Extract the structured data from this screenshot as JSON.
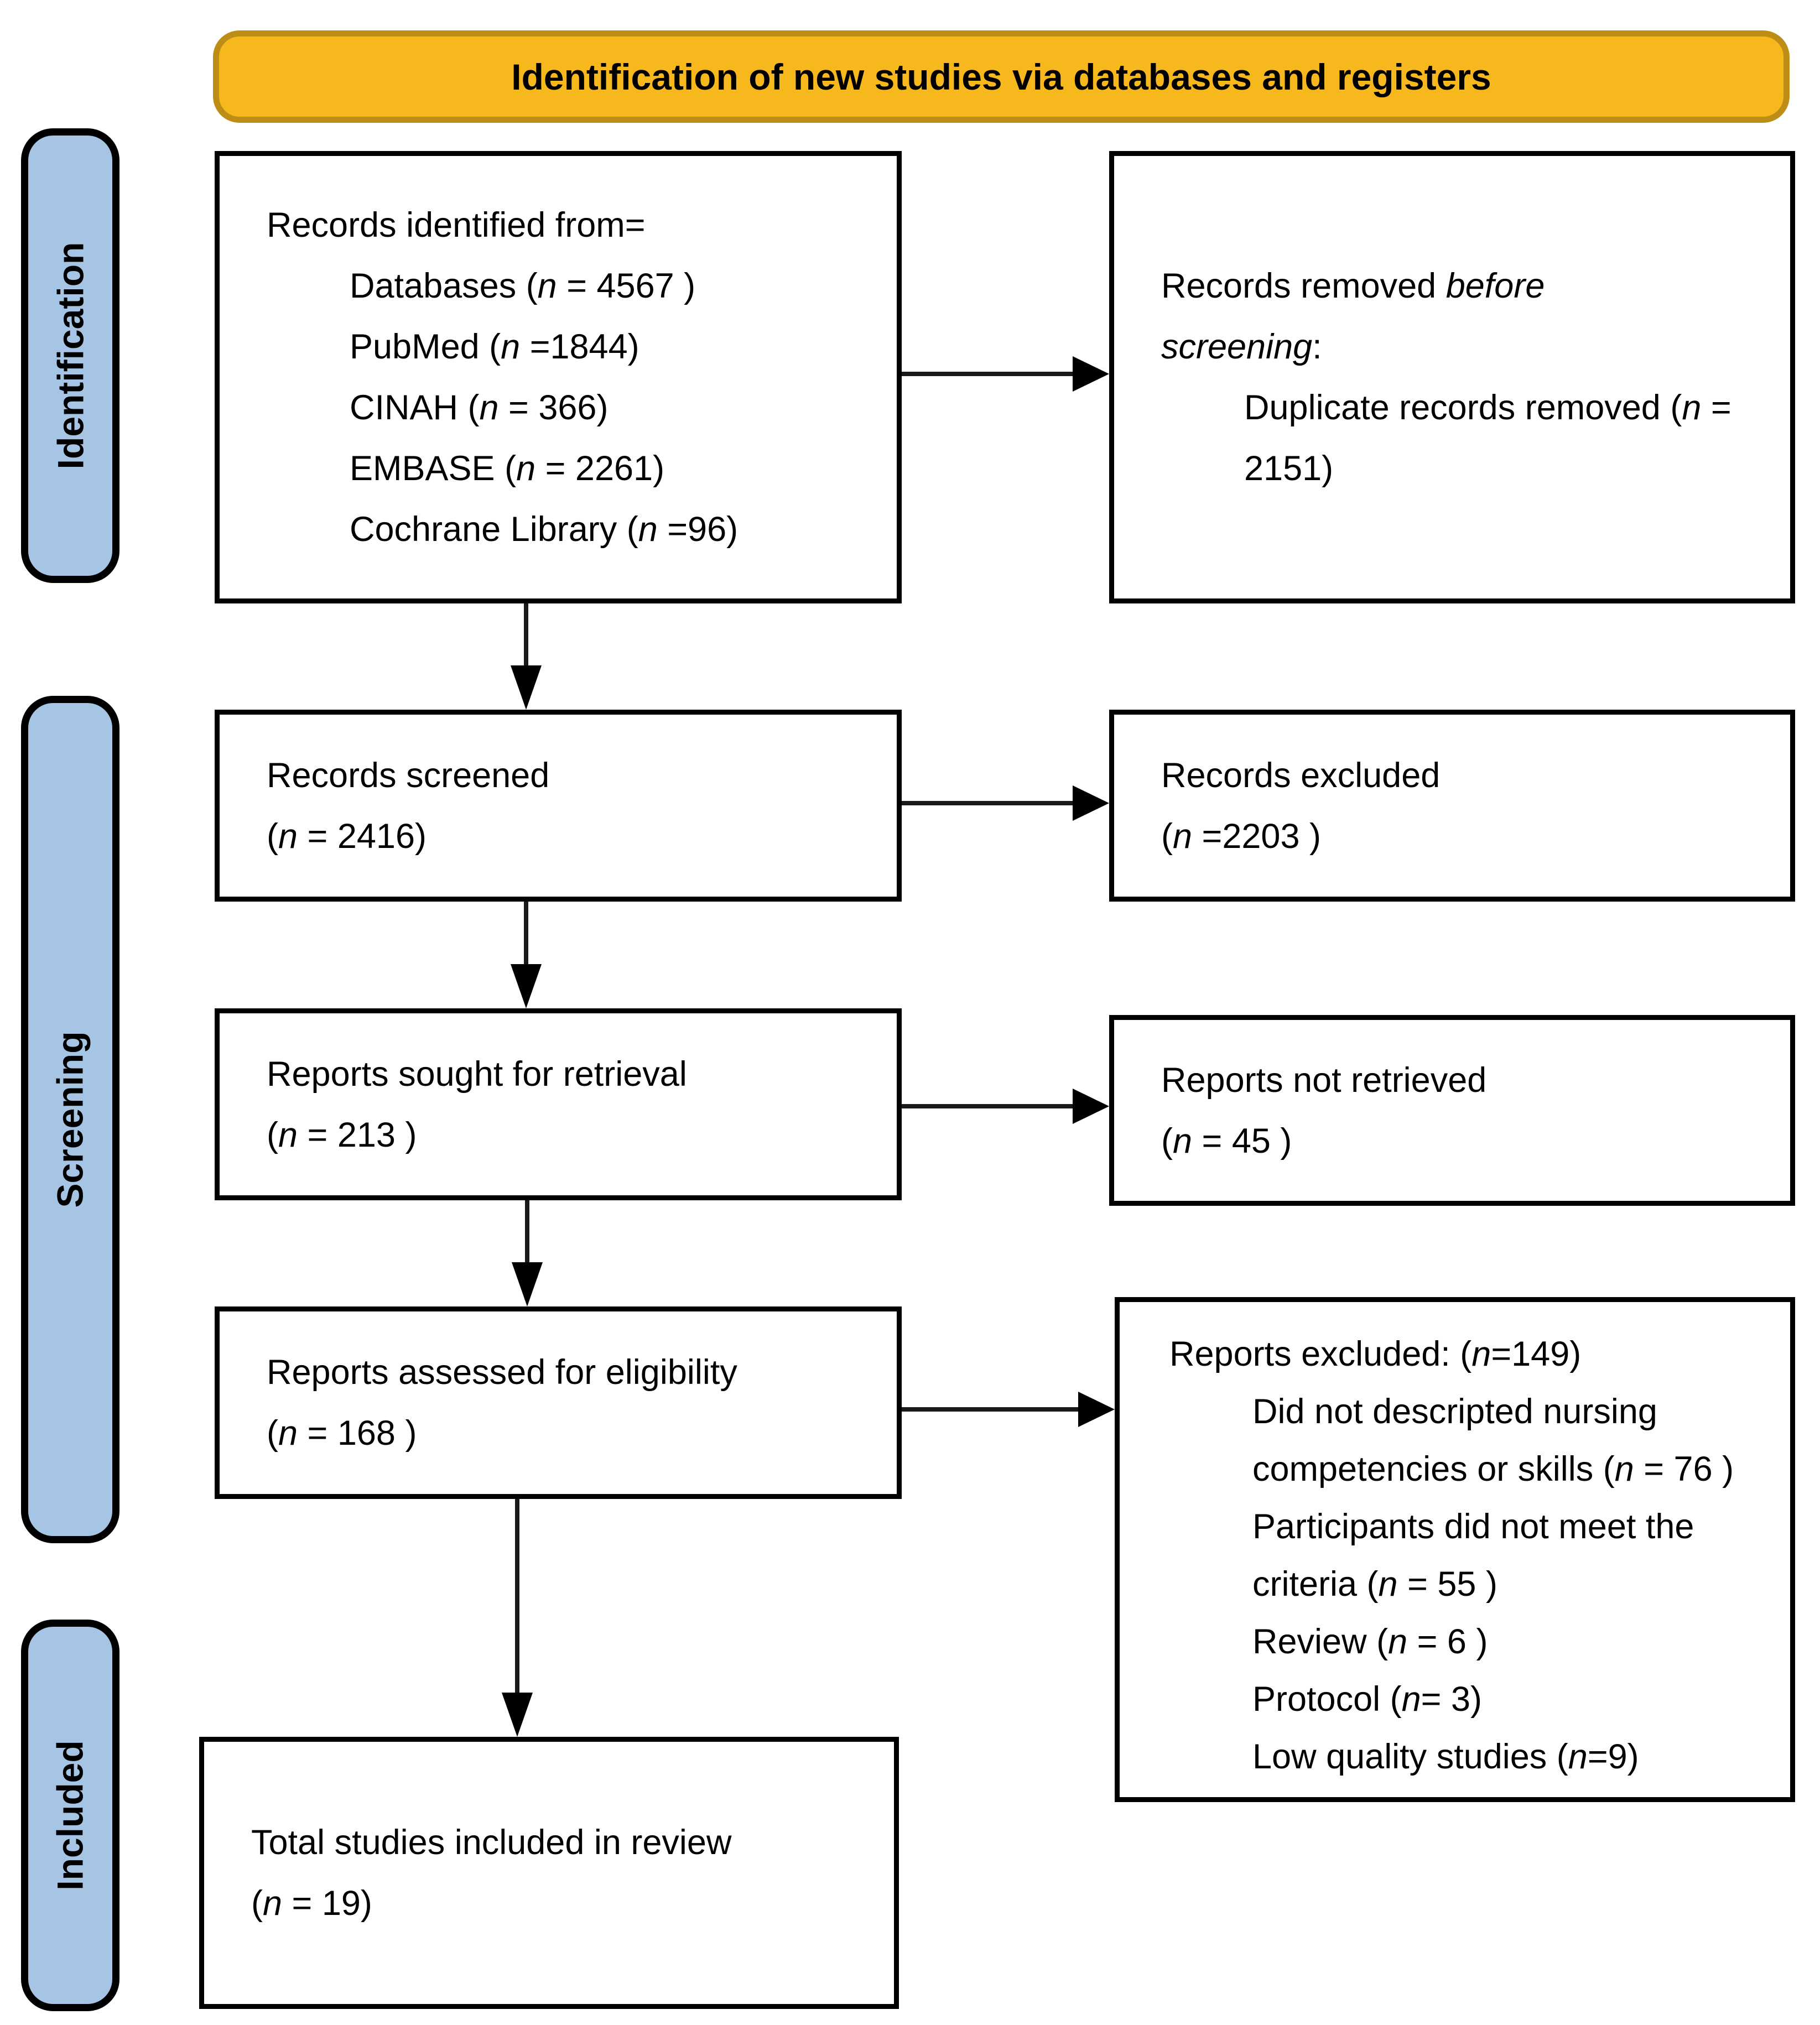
{
  "banner": {
    "title": "Identification of new studies via databases and registers"
  },
  "stages": [
    {
      "id": "identification",
      "label": "Identification"
    },
    {
      "id": "screening",
      "label": "Screening"
    },
    {
      "id": "included",
      "label": "Included"
    }
  ],
  "boxes": {
    "records_identified": {
      "title": "Records identified from=",
      "items": [
        "Databases (n = 4567 )",
        "PubMed (n =1844)",
        "CINAH (n = 366)",
        "EMBASE (n = 2261)",
        "Cochrane Library (n =96)"
      ]
    },
    "records_removed": {
      "title_segments": [
        {
          "t": "Records removed "
        },
        {
          "t": "before screening",
          "i": true
        },
        {
          "t": ":"
        }
      ],
      "items": [
        "Duplicate records removed (n = 2151)"
      ]
    },
    "records_screened": {
      "lines": [
        "Records screened",
        "(n = 2416)"
      ]
    },
    "records_excluded": {
      "lines": [
        "Records excluded",
        "(n =2203 )"
      ]
    },
    "reports_sought": {
      "lines": [
        "Reports sought for retrieval",
        "(n = 213 )"
      ]
    },
    "reports_not_retrieved": {
      "lines": [
        "Reports not retrieved",
        "(n = 45 )"
      ]
    },
    "reports_assessed": {
      "lines": [
        "Reports assessed for eligibility",
        "(n = 168 )"
      ]
    },
    "reports_excluded": {
      "title": "Reports excluded: (n=149)",
      "items": [
        "Did not descripted nursing competencies or skills (n = 76 )",
        "Participants did not meet the criteria (n = 55 )",
        "Review (n = 6 )",
        "Protocol (n= 3)",
        "Low quality studies (n=9)"
      ]
    },
    "total_included": {
      "lines": [
        "Total studies included in review",
        "(n = 19)"
      ]
    }
  },
  "colors": {
    "banner_fill": "#F7B81E",
    "banner_border": "#BD8E15",
    "stage_fill": "#A6C4E4",
    "box_border": "#000000",
    "background": "#FFFFFF"
  }
}
